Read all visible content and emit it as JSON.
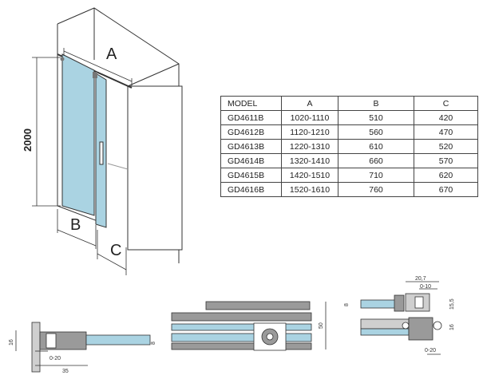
{
  "labels": {
    "a": "A",
    "b": "B",
    "c": "C",
    "height": "2000"
  },
  "table": {
    "headers": [
      "MODEL",
      "A",
      "B",
      "C"
    ],
    "rows": [
      [
        "GD4611B",
        "1020-1110",
        "510",
        "420"
      ],
      [
        "GD4612B",
        "1120-1210",
        "560",
        "470"
      ],
      [
        "GD4613B",
        "1220-1310",
        "610",
        "520"
      ],
      [
        "GD4614B",
        "1320-1410",
        "660",
        "570"
      ],
      [
        "GD4615B",
        "1420-1510",
        "710",
        "620"
      ],
      [
        "GD4616B",
        "1520-1610",
        "760",
        "670"
      ]
    ]
  },
  "details": {
    "left": {
      "d16": "16",
      "d8": "8",
      "d0_20": "0-20",
      "d35": "35"
    },
    "middle": {
      "d50": "50"
    },
    "right": {
      "d20_7": "20,7",
      "d0_10": "0-10",
      "d15_5": "15,5",
      "d8": "8",
      "d16": "16",
      "d0_20": "0-20"
    }
  },
  "colors": {
    "glass": "#aad3e2",
    "line": "#333333",
    "profile": "#9a9a9a"
  }
}
